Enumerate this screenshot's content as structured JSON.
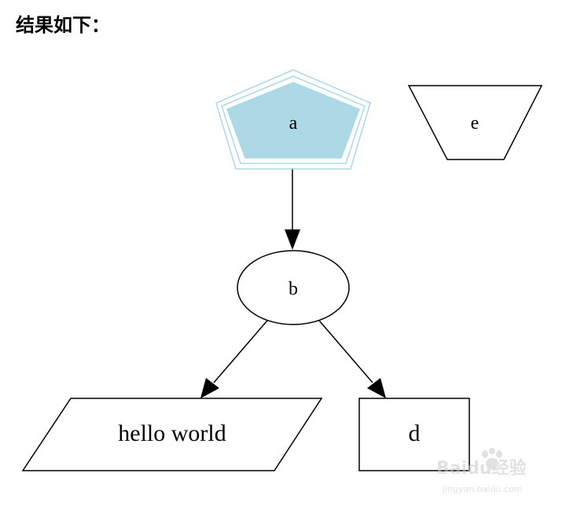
{
  "heading": "结果如下：",
  "graph": {
    "nodes": [
      {
        "id": "a",
        "label": "a",
        "shape": "pentagon-triple-border",
        "fill": "#add8e6",
        "border_color": "#add8e6"
      },
      {
        "id": "b",
        "label": "b",
        "shape": "ellipse"
      },
      {
        "id": "hello",
        "label": "hello world",
        "shape": "parallelogram"
      },
      {
        "id": "d",
        "label": "d",
        "shape": "box"
      },
      {
        "id": "e",
        "label": "e",
        "shape": "inverted-trapezium"
      }
    ],
    "edges": [
      {
        "from": "a",
        "to": "b"
      },
      {
        "from": "b",
        "to": "hello"
      },
      {
        "from": "b",
        "to": "d"
      }
    ]
  },
  "watermark": {
    "brand": "Baidu经验",
    "url": "jingyan.baidu.com"
  },
  "colors": {
    "node_fill_a": "#add8e6",
    "stroke": "#000000",
    "watermark": "#c9c9c9"
  }
}
